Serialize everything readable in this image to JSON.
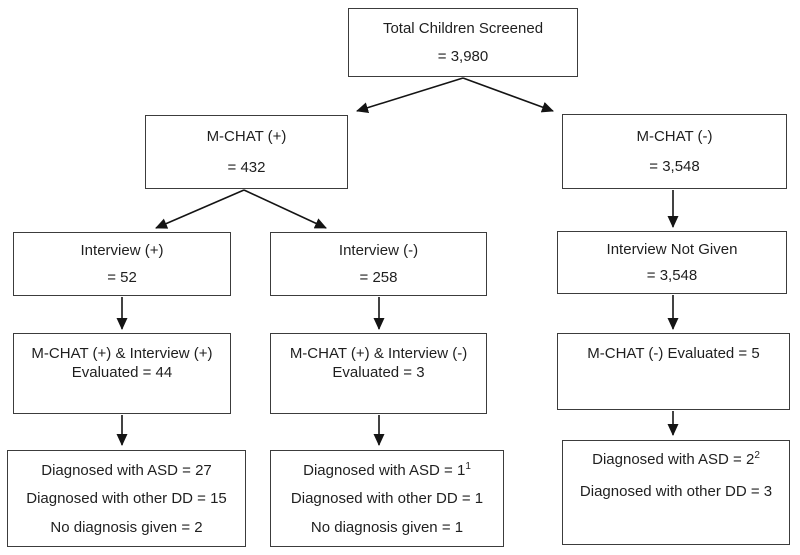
{
  "colors": {
    "border": "#3c3c3c",
    "text": "#1f1f1f",
    "arrow": "#141414",
    "background": "#ffffff"
  },
  "nodes": {
    "total": {
      "line1": "Total Children Screened",
      "line2": "= 3,980"
    },
    "mchat_pos": {
      "line1": "M-CHAT (+)",
      "line2": "= 432"
    },
    "mchat_neg": {
      "line1": "M-CHAT (-)",
      "line2": "= 3,548"
    },
    "interview_pos": {
      "line1": "Interview (+)",
      "line2": "= 52"
    },
    "interview_neg": {
      "line1": "Interview (-)",
      "line2": "= 258"
    },
    "interview_not_given": {
      "line1": "Interview Not Given",
      "line2": "= 3,548"
    },
    "eval_pos": {
      "line1": "M-CHAT (+) & Interview (+)",
      "line2": "Evaluated = 44"
    },
    "eval_neg": {
      "line1": "M-CHAT (+) & Interview (-)",
      "line2": "Evaluated = 3"
    },
    "eval_mchat_neg": {
      "line1": "M-CHAT (-) Evaluated = 5"
    },
    "dx_pos": {
      "line1": "Diagnosed with ASD = 27",
      "line2": "Diagnosed with other DD = 15",
      "line3": "No diagnosis given = 2"
    },
    "dx_neg": {
      "line1": "Diagnosed with ASD = 1",
      "line1_sup": "1",
      "line2": "Diagnosed with other DD = 1",
      "line3": "No diagnosis given = 1"
    },
    "dx_not_given": {
      "line1": "Diagnosed with ASD = 2",
      "line1_sup": "2",
      "line2": "Diagnosed with other DD = 3"
    }
  }
}
